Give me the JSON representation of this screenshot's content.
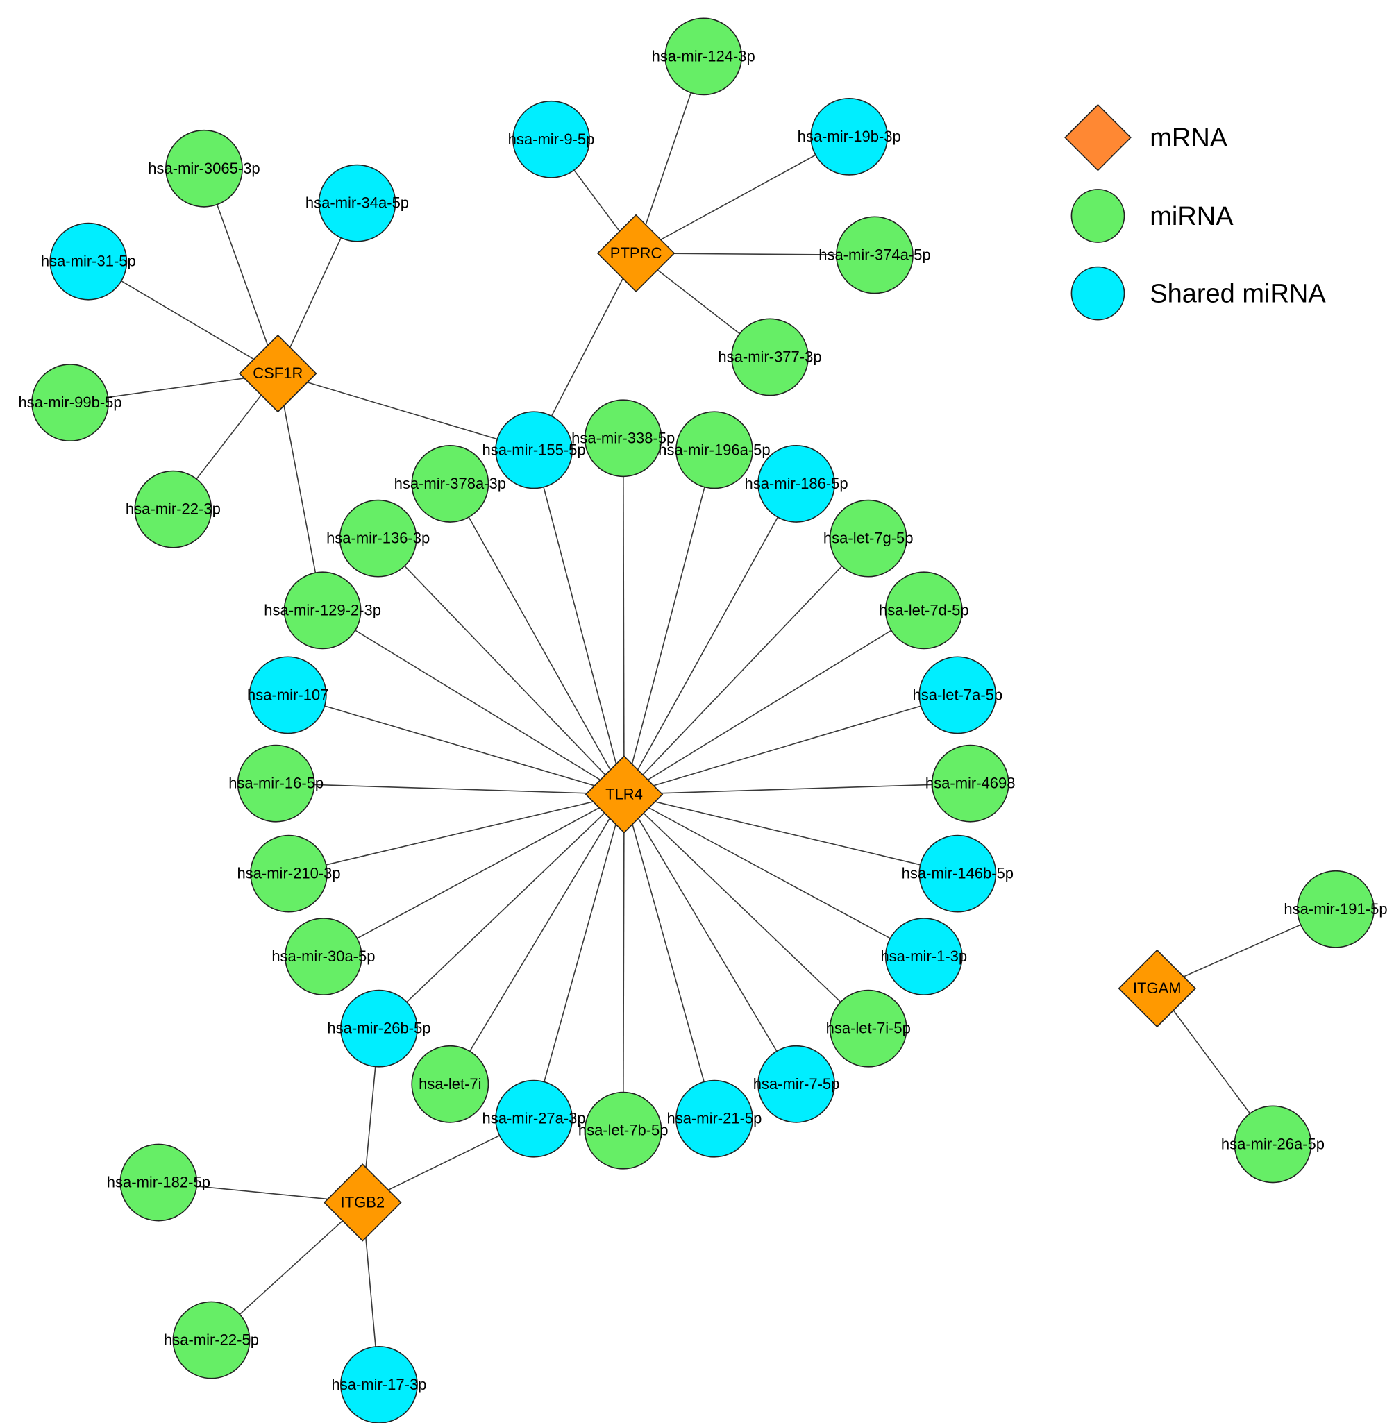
{
  "colors": {
    "mrna": "#FF9900",
    "mirna": "#66EE66",
    "shared": "#00EEFF",
    "legend_mrna": "#FF8833"
  },
  "legend": [
    {
      "key": "mrna",
      "shape": "diamond",
      "label": "mRNA"
    },
    {
      "key": "mirna",
      "shape": "circle",
      "label": "miRNA"
    },
    {
      "key": "shared",
      "shape": "circle",
      "label": "Shared miRNA"
    }
  ],
  "nodes": [
    {
      "id": "TLR4",
      "label": "TLR4",
      "type": "mrna"
    },
    {
      "id": "CSF1R",
      "label": "CSF1R",
      "type": "mrna"
    },
    {
      "id": "PTPRC",
      "label": "PTPRC",
      "type": "mrna"
    },
    {
      "id": "ITGB2",
      "label": "ITGB2",
      "type": "mrna"
    },
    {
      "id": "ITGAM",
      "label": "ITGAM",
      "type": "mrna"
    },
    {
      "id": "m124",
      "label": "hsa-mir-124-3p",
      "type": "mirna"
    },
    {
      "id": "m9",
      "label": "hsa-mir-9-5p",
      "type": "shared"
    },
    {
      "id": "m19b",
      "label": "hsa-mir-19b-3p",
      "type": "shared"
    },
    {
      "id": "m374a",
      "label": "hsa-mir-374a-5p",
      "type": "mirna"
    },
    {
      "id": "m377",
      "label": "hsa-mir-377-3p",
      "type": "mirna"
    },
    {
      "id": "m3065",
      "label": "hsa-mir-3065-3p",
      "type": "mirna"
    },
    {
      "id": "m34a",
      "label": "hsa-mir-34a-5p",
      "type": "shared"
    },
    {
      "id": "m31",
      "label": "hsa-mir-31-5p",
      "type": "shared"
    },
    {
      "id": "m99b",
      "label": "hsa-mir-99b-5p",
      "type": "mirna"
    },
    {
      "id": "m22_3p",
      "label": "hsa-mir-22-3p",
      "type": "mirna"
    },
    {
      "id": "m155",
      "label": "hsa-mir-155-5p",
      "type": "shared"
    },
    {
      "id": "m338",
      "label": "hsa-mir-338-5p",
      "type": "mirna"
    },
    {
      "id": "m196a",
      "label": "hsa-mir-196a-5p",
      "type": "mirna"
    },
    {
      "id": "m186",
      "label": "hsa-mir-186-5p",
      "type": "shared"
    },
    {
      "id": "let7g",
      "label": "hsa-let-7g-5p",
      "type": "mirna"
    },
    {
      "id": "let7d",
      "label": "hsa-let-7d-5p",
      "type": "mirna"
    },
    {
      "id": "let7a",
      "label": "hsa-let-7a-5p",
      "type": "shared"
    },
    {
      "id": "m4698",
      "label": "hsa-mir-4698",
      "type": "mirna"
    },
    {
      "id": "m146b",
      "label": "hsa-mir-146b-5p",
      "type": "shared"
    },
    {
      "id": "m1",
      "label": "hsa-mir-1-3p",
      "type": "shared"
    },
    {
      "id": "let7i5p",
      "label": "hsa-let-7i-5p",
      "type": "mirna"
    },
    {
      "id": "m7",
      "label": "hsa-mir-7-5p",
      "type": "shared"
    },
    {
      "id": "m21",
      "label": "hsa-mir-21-5p",
      "type": "shared"
    },
    {
      "id": "let7b",
      "label": "hsa-let-7b-5p",
      "type": "mirna"
    },
    {
      "id": "m27a",
      "label": "hsa-mir-27a-3p",
      "type": "shared"
    },
    {
      "id": "let7i",
      "label": "hsa-let-7i",
      "type": "mirna"
    },
    {
      "id": "m26b",
      "label": "hsa-mir-26b-5p",
      "type": "shared"
    },
    {
      "id": "m30a",
      "label": "hsa-mir-30a-5p",
      "type": "mirna"
    },
    {
      "id": "m210",
      "label": "hsa-mir-210-3p",
      "type": "mirna"
    },
    {
      "id": "m16",
      "label": "hsa-mir-16-5p",
      "type": "mirna"
    },
    {
      "id": "m107",
      "label": "hsa-mir-107",
      "type": "shared"
    },
    {
      "id": "m129",
      "label": "hsa-mir-129-2-3p",
      "type": "mirna"
    },
    {
      "id": "m136",
      "label": "hsa-mir-136-3p",
      "type": "mirna"
    },
    {
      "id": "m378a",
      "label": "hsa-mir-378a-3p",
      "type": "mirna"
    },
    {
      "id": "m182",
      "label": "hsa-mir-182-5p",
      "type": "mirna"
    },
    {
      "id": "m22_5p",
      "label": "hsa-mir-22-5p",
      "type": "mirna"
    },
    {
      "id": "m17",
      "label": "hsa-mir-17-3p",
      "type": "shared"
    },
    {
      "id": "m191",
      "label": "hsa-mir-191-5p",
      "type": "mirna"
    },
    {
      "id": "m26a",
      "label": "hsa-mir-26a-5p",
      "type": "mirna"
    }
  ],
  "edges": [
    [
      "PTPRC",
      "m124"
    ],
    [
      "PTPRC",
      "m9"
    ],
    [
      "PTPRC",
      "m19b"
    ],
    [
      "PTPRC",
      "m374a"
    ],
    [
      "PTPRC",
      "m377"
    ],
    [
      "PTPRC",
      "m155"
    ],
    [
      "CSF1R",
      "m3065"
    ],
    [
      "CSF1R",
      "m34a"
    ],
    [
      "CSF1R",
      "m31"
    ],
    [
      "CSF1R",
      "m99b"
    ],
    [
      "CSF1R",
      "m22_3p"
    ],
    [
      "CSF1R",
      "m155"
    ],
    [
      "CSF1R",
      "m129"
    ],
    [
      "TLR4",
      "m155"
    ],
    [
      "TLR4",
      "m338"
    ],
    [
      "TLR4",
      "m196a"
    ],
    [
      "TLR4",
      "m186"
    ],
    [
      "TLR4",
      "let7g"
    ],
    [
      "TLR4",
      "let7d"
    ],
    [
      "TLR4",
      "let7a"
    ],
    [
      "TLR4",
      "m4698"
    ],
    [
      "TLR4",
      "m146b"
    ],
    [
      "TLR4",
      "m1"
    ],
    [
      "TLR4",
      "let7i5p"
    ],
    [
      "TLR4",
      "m7"
    ],
    [
      "TLR4",
      "m21"
    ],
    [
      "TLR4",
      "let7b"
    ],
    [
      "TLR4",
      "m27a"
    ],
    [
      "TLR4",
      "let7i"
    ],
    [
      "TLR4",
      "m26b"
    ],
    [
      "TLR4",
      "m30a"
    ],
    [
      "TLR4",
      "m210"
    ],
    [
      "TLR4",
      "m16"
    ],
    [
      "TLR4",
      "m107"
    ],
    [
      "TLR4",
      "m129"
    ],
    [
      "TLR4",
      "m136"
    ],
    [
      "TLR4",
      "m378a"
    ],
    [
      "ITGB2",
      "m26b"
    ],
    [
      "ITGB2",
      "m27a"
    ],
    [
      "ITGB2",
      "m182"
    ],
    [
      "ITGB2",
      "m22_5p"
    ],
    [
      "ITGB2",
      "m17"
    ],
    [
      "ITGAM",
      "m191"
    ],
    [
      "ITGAM",
      "m26a"
    ]
  ]
}
